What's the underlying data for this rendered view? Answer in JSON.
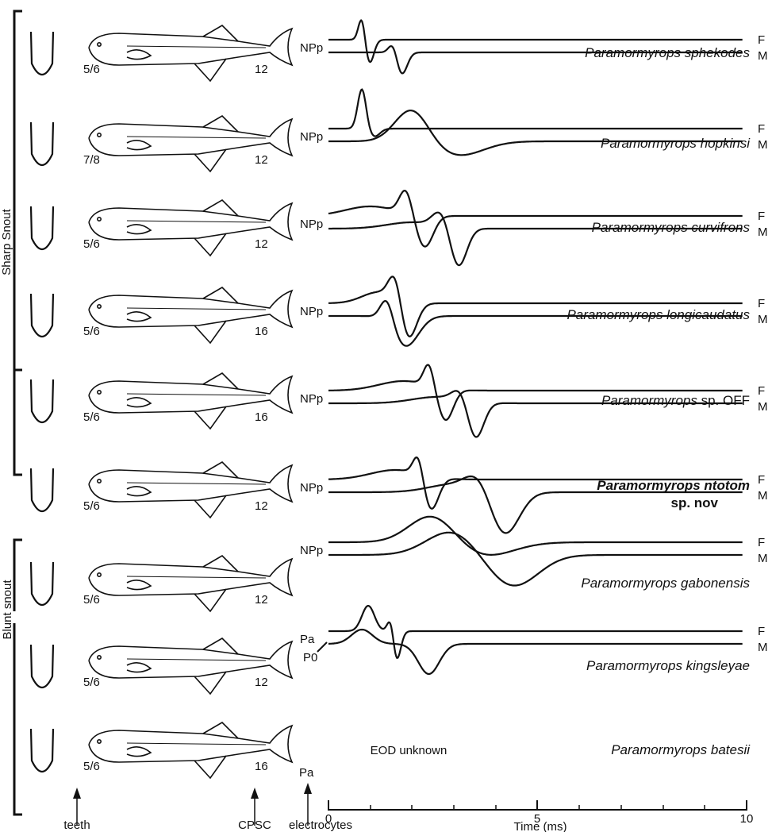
{
  "groups": [
    {
      "label": "Sharp Snout"
    },
    {
      "label": "Blunt snout"
    }
  ],
  "trace_labels": {
    "female": "F",
    "male": "M"
  },
  "species": [
    {
      "name": "Paramormyrops sphekodes",
      "teeth": "5/6",
      "cpsc": "12",
      "electrocytes": "NPp",
      "eod": true
    },
    {
      "name": "Paramormyrops hopkinsi",
      "teeth": "7/8",
      "cpsc": "12",
      "electrocytes": "NPp",
      "eod": true
    },
    {
      "name": "Paramormyrops curvifrons",
      "teeth": "5/6",
      "cpsc": "12",
      "electrocytes": "NPp",
      "eod": true
    },
    {
      "name": "Paramormyrops longicaudatus",
      "teeth": "5/6",
      "cpsc": "16",
      "electrocytes": "NPp",
      "eod": true
    },
    {
      "name_genus": "Paramormyrops",
      "name_rest": " sp. OFF",
      "teeth": "5/6",
      "cpsc": "16",
      "electrocytes": "NPp",
      "eod": true
    },
    {
      "name": "Paramormyrops ntotom",
      "name_line2": "sp. nov",
      "teeth": "5/6",
      "cpsc": "12",
      "electrocytes": "NPp",
      "eod": true
    },
    {
      "name": "Paramormyrops gabonensis",
      "teeth": "5/6",
      "cpsc": "12",
      "electrocytes": "NPp",
      "eod": true
    },
    {
      "name": "Paramormyrops kingsleyae",
      "teeth": "5/6",
      "cpsc": "12",
      "electrocytes": "Pa",
      "extra_label": "P0",
      "eod": true
    },
    {
      "name": "Paramormyrops batesii",
      "teeth": "5/6",
      "cpsc": "16",
      "electrocytes": "Pa",
      "eod": false,
      "eod_note": "EOD unknown"
    }
  ],
  "bottom_labels": {
    "teeth": "teeth",
    "cpsc": "CPSC",
    "electrocytes": "electrocytes"
  },
  "chart_data": {
    "type": "line",
    "xlabel": "Time (ms)",
    "xlim": [
      0,
      10
    ],
    "xticks": [
      "0",
      "5",
      "10"
    ],
    "description_series": "EOD waveforms; traces offset vertically, female (F) above male (M)"
  }
}
